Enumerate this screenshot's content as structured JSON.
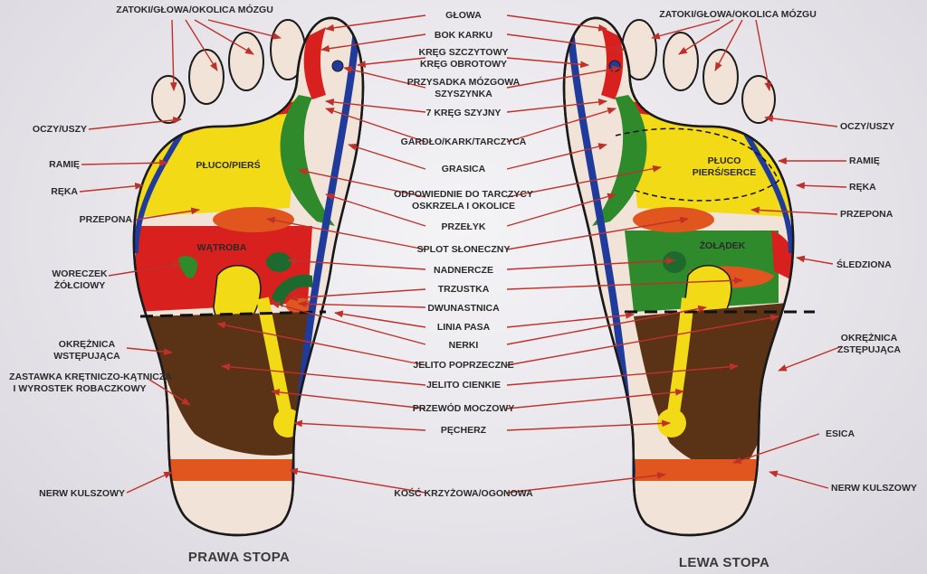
{
  "colors": {
    "yellow": "#f2da16",
    "red": "#d8201e",
    "green": "#2f8a2c",
    "dark_green": "#1e6a2e",
    "orange": "#e0561e",
    "brown": "#5a3216",
    "blue": "#1f3c9c",
    "skin": "#f1e3d7",
    "arrow": "#c0302a"
  },
  "labels": {
    "zatoki_left": "ZATOKI/GŁOWA/OKOLICA MÓZGU",
    "zatoki_right": "ZATOKI/GŁOWA/OKOLICA MÓZGU",
    "glowa": "GŁOWA",
    "bok_karku": "BOK KARKU",
    "krag_szczytowy": "KRĘG SZCZYTOWY",
    "krag_obrotowy": "KRĘG OBROTOWY",
    "przysadka": "PRZYSADKA MÓZGOWA",
    "szyszynka": "SZYSZYNKA",
    "krag_szyjny": "7 KRĘG SZYJNY",
    "gardlo": "GARDŁO/KARK/TARCZYCA",
    "grasica": "GRASICA",
    "odpowiednie1": "ODPOWIEDNIE DO TARCZYCY",
    "odpowiednie2": "OSKRZELA I OKOLICE",
    "przelyk": "PRZEŁYK",
    "splot": "SPLOT SŁONECZNY",
    "nadnercze": "NADNERCZE",
    "trzustka": "TRZUSTKA",
    "dwunastnica": "DWUNASTNICA",
    "linia_pasa": "LINIA PASA",
    "nerki": "NERKI",
    "jelito_poprzeczne": "JELITO POPRZECZNE",
    "jelito_cienkie": "JELITO CIENKIE",
    "przewod": "PRZEWÓD MOCZOWY",
    "pecherz": "PĘCHERZ",
    "kosc": "KOŚĆ KRZYŻOWA/OGONOWA",
    "oczy_left": "OCZY/USZY",
    "ramie_left": "RAMIĘ",
    "reka_left": "RĘKA",
    "przepona_left": "PRZEPONA",
    "woreczek1": "WORECZEK",
    "woreczek2": "ŻÓŁCIOWY",
    "okreznica_w1": "OKRĘŻNICA",
    "okreznica_w2": "WSTĘPUJĄCA",
    "zastawka1": "ZASTAWKA KRĘTNICZO-KĄTNICZA",
    "zastawka2": "I WYROSTEK ROBACZKOWY",
    "nerw_left": "NERW KULSZOWY",
    "oczy_right": "OCZY/USZY",
    "ramie_right": "RAMIĘ",
    "reka_right": "RĘKA",
    "przepona_right": "PRZEPONA",
    "sledziona": "ŚLEDZIONA",
    "okreznica_z1": "OKRĘŻNICA",
    "okreznica_z2": "ZSTĘPUJĄCA",
    "esica": "ESICA",
    "nerw_right": "NERW KULSZOWY",
    "pluco_piers": "PŁUCO/PIERŚ",
    "watroba": "WĄTROBA",
    "pluco": "PŁUCO",
    "piers_serce": "PIERŚ/SERCE",
    "zoladek": "ŻOŁĄDEK",
    "prawa_stopa": "PRAWA STOPA",
    "lewa_stopa": "LEWA STOPA"
  }
}
